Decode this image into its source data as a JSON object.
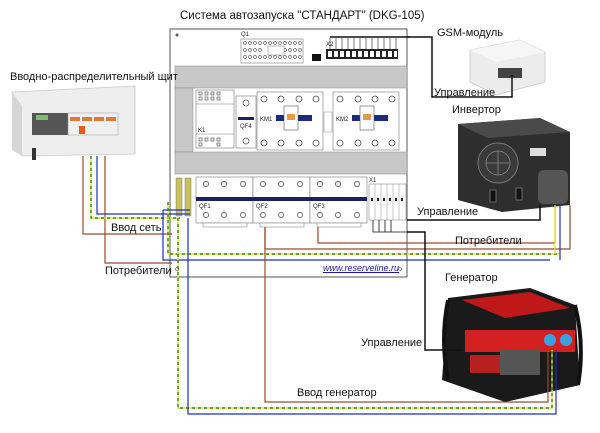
{
  "title": "Система автозапуска \"СТАНДАРТ\" (DKG-105)",
  "labels": {
    "distribution_board": "Вводно-распределительный щит",
    "gsm_module": "GSM-модуль",
    "inverter": "Инвертор",
    "generator": "Генератор",
    "control_gsm": "Управление",
    "control_inverter": "Управление",
    "control_generator": "Управление",
    "mains_input": "Ввод сеть",
    "consumers_left": "Потребители",
    "consumers_right": "Потребители",
    "generator_input": "Ввод генератор"
  },
  "panel": {
    "website": "www.reserveline.ru",
    "components": {
      "q1": "Q1",
      "k1": "K1",
      "qf4": "QF4",
      "km1": "KM1",
      "km2": "KM2",
      "qf1": "QF1",
      "qf2": "QF2",
      "qf3": "QF3",
      "x1": "X1",
      "x2": "X2"
    }
  },
  "wire_colors": {
    "phase": "#9a4a2a",
    "neutral": "#1a2fc0",
    "ground_yellow": "#e8e020",
    "ground_green": "#2a8a2a",
    "control": "#111111"
  }
}
